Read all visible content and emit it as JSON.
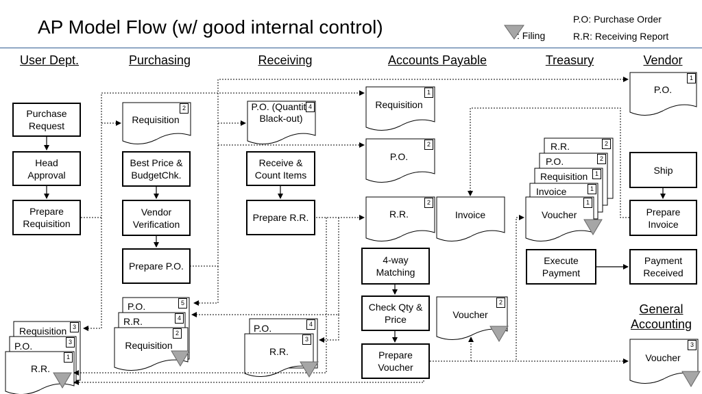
{
  "title": "AP Model Flow (w/ good internal control)",
  "legend": {
    "filing": ": Filing",
    "po": "P.O: Purchase Order",
    "rr": "R.R: Receiving Report"
  },
  "columns": {
    "user_dept": "User Dept.",
    "purchasing": "Purchasing",
    "receiving": "Receiving",
    "ap": "Accounts Payable",
    "treasury": "Treasury",
    "vendor": "Vendor",
    "general_accounting": "General Accounting"
  },
  "steps": {
    "purchase_request": "Purchase Request",
    "head_approval": "Head Approval",
    "prepare_requisition": "Prepare Requisition",
    "best_price": "Best Price & BudgetChk.",
    "vendor_verification": "Vendor Verification",
    "prepare_po": "Prepare P.O.",
    "receive_count": "Receive & Count Items",
    "prepare_rr": "Prepare R.R.",
    "four_way": "4-way Matching",
    "check_qty": "Check Qty & Price",
    "prepare_voucher": "Prepare Voucher",
    "execute_payment": "Execute Payment",
    "ship": "Ship",
    "prepare_invoice": "Prepare Invoice",
    "payment_received": "Payment Received"
  },
  "documents": {
    "pur_requisition": {
      "label": "Requisition",
      "copy": "2"
    },
    "rec_po": {
      "label": "P.O. (Quantity Black-out)",
      "copy": "4"
    },
    "ap_requisition": {
      "label": "Requisition",
      "copy": "1"
    },
    "ap_po": {
      "label": "P.O.",
      "copy": "2"
    },
    "ap_rr": {
      "label": "R.R.",
      "copy": "2"
    },
    "ap_invoice": {
      "label": "Invoice"
    },
    "ap_voucher": {
      "label": "Voucher",
      "copy": "2"
    },
    "vendor_po": {
      "label": "P.O.",
      "copy": "1"
    },
    "ga_voucher": {
      "label": "Voucher",
      "copy": "3"
    }
  },
  "stacks": {
    "treasury": [
      {
        "label": "R.R.",
        "copy": "2"
      },
      {
        "label": "P.O.",
        "copy": "2"
      },
      {
        "label": "Requisition",
        "copy": "1"
      },
      {
        "label": "Invoice",
        "copy": "1"
      },
      {
        "label": "Voucher",
        "copy": "1"
      }
    ],
    "purchasing": [
      {
        "label": "P.O.",
        "copy": "5"
      },
      {
        "label": "R.R.",
        "copy": "4"
      },
      {
        "label": "Requisition",
        "copy": "2"
      }
    ],
    "receiving": [
      {
        "label": "P.O.",
        "copy": "4"
      },
      {
        "label": "R.R.",
        "copy": "3"
      }
    ],
    "user_dept": [
      {
        "label": "Requisition",
        "copy": "3"
      },
      {
        "label": "P.O.",
        "copy": "3"
      },
      {
        "label": "R.R.",
        "copy": "1"
      }
    ]
  },
  "colors": {
    "line": "#000000",
    "rule": "#8fa7c4",
    "filing": "#a6a6a6"
  },
  "icons": {
    "filing": "filing-triangle-icon"
  }
}
